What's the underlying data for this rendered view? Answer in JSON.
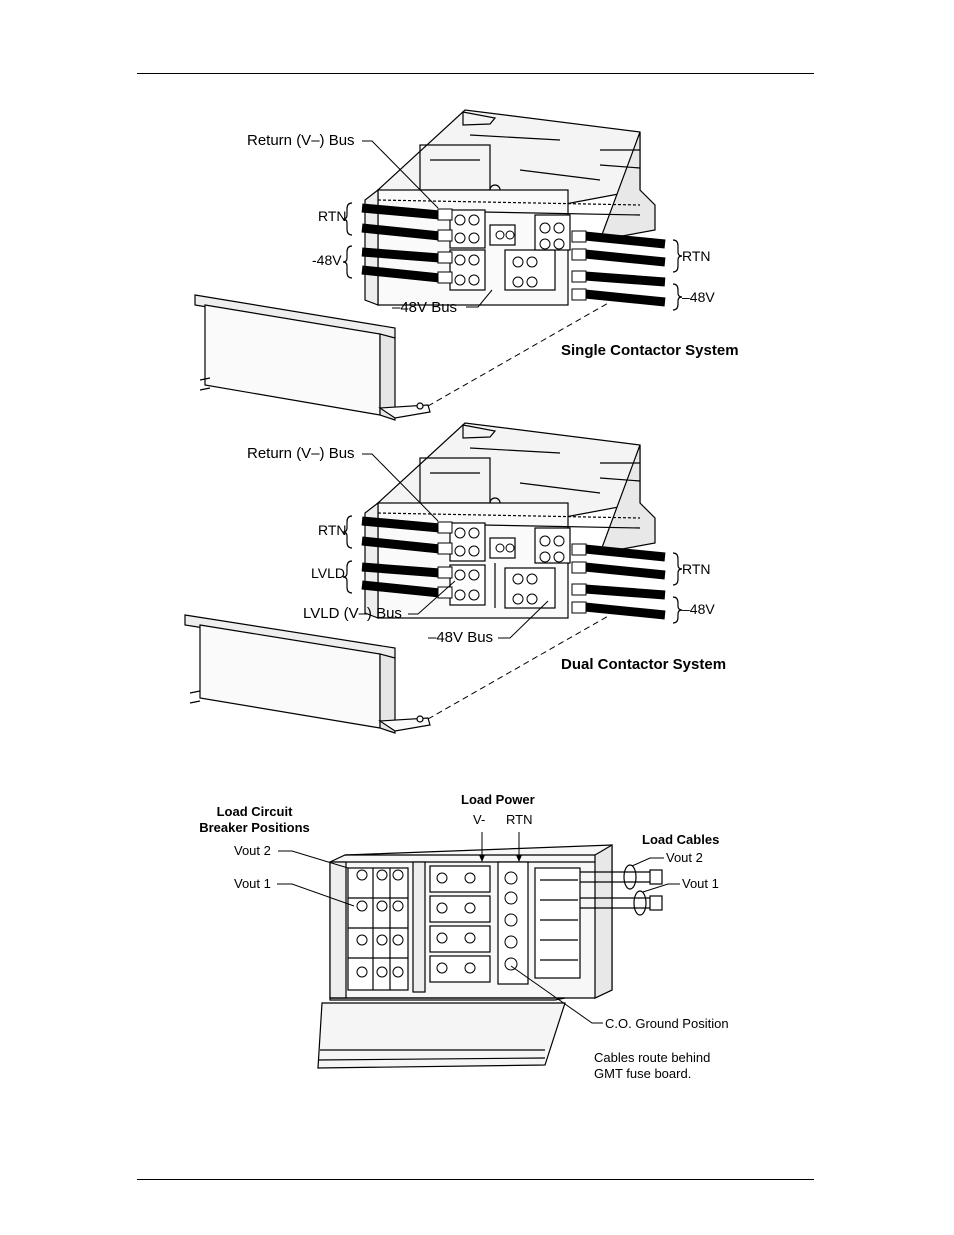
{
  "figure1": {
    "callouts": {
      "return_bus": "Return (V–) Bus",
      "rtn_left": "RTN",
      "neg48_left": "-48V",
      "neg48_bus": "–48V Bus",
      "rtn_right": "RTN",
      "neg48_right": "–48V"
    },
    "caption": "Single Contactor System"
  },
  "figure2": {
    "callouts": {
      "return_bus": "Return (V–) Bus",
      "rtn_left": "RTN",
      "lvld_left": "LVLD",
      "lvld_bus": "LVLD (V–) Bus",
      "neg48_bus": "–48V Bus",
      "rtn_right": "RTN",
      "neg48_right": "–48V"
    },
    "caption": "Dual Contactor System"
  },
  "figure3": {
    "breaker_title_line1": "Load Circuit",
    "breaker_title_line2": "Breaker Positions",
    "vout2_left": "Vout 2",
    "vout1_left": "Vout 1",
    "load_power_title": "Load Power",
    "vminus": "V-",
    "rtn": "RTN",
    "load_cables_title": "Load Cables",
    "vout2_right": "Vout 2",
    "vout1_right": "Vout 1",
    "co_ground": "C.O. Ground Position",
    "cables_note_line1": "Cables route behind",
    "cables_note_line2": "GMT fuse board."
  }
}
